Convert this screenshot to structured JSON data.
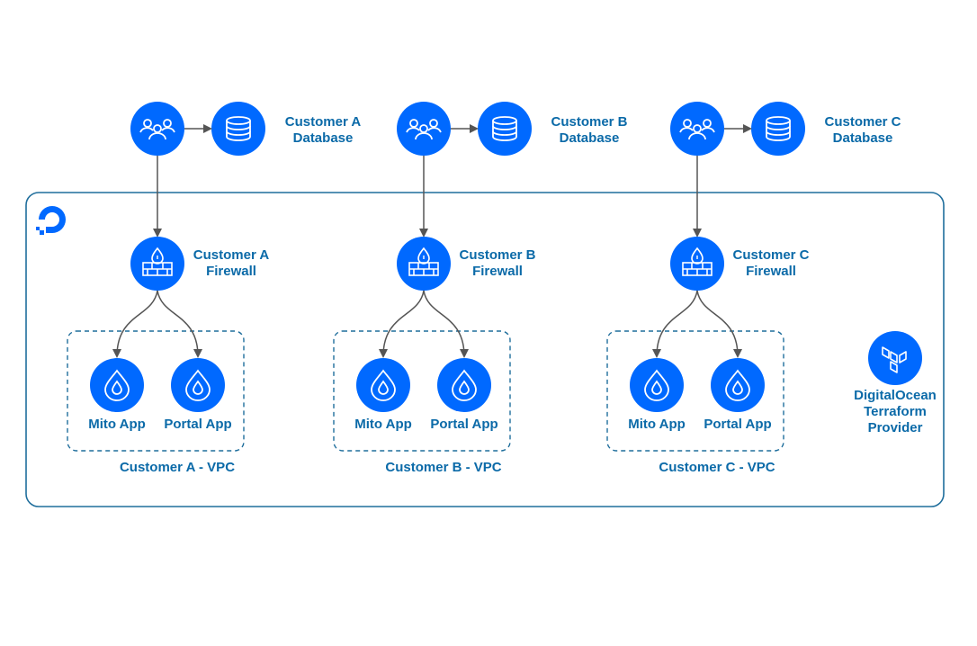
{
  "colors": {
    "accent": "#0069ff",
    "label": "#0b6aa8",
    "frame": "#1f6e9c",
    "arrow": "#555555"
  },
  "customers": [
    {
      "db_label_1": "Customer A",
      "db_label_2": "Database",
      "fw_label_1": "Customer A",
      "fw_label_2": "Firewall",
      "app1": "Mito App",
      "app2": "Portal App",
      "vpc": "Customer A - VPC"
    },
    {
      "db_label_1": "Customer B",
      "db_label_2": "Database",
      "fw_label_1": "Customer B",
      "fw_label_2": "Firewall",
      "app1": "Mito App",
      "app2": "Portal App",
      "vpc": "Customer B - VPC"
    },
    {
      "db_label_1": "Customer C",
      "db_label_2": "Database",
      "fw_label_1": "Customer C",
      "fw_label_2": "Firewall",
      "app1": "Mito App",
      "app2": "Portal App",
      "vpc": "Customer C - VPC"
    }
  ],
  "provider": {
    "line1": "DigitalOcean",
    "line2": "Terraform",
    "line3": "Provider",
    "icon": "terraform-icon"
  },
  "icons": {
    "users": "users-icon",
    "database": "database-icon",
    "firewall": "firewall-icon",
    "app": "droplet-icon",
    "logo": "digitalocean-logo-icon"
  }
}
